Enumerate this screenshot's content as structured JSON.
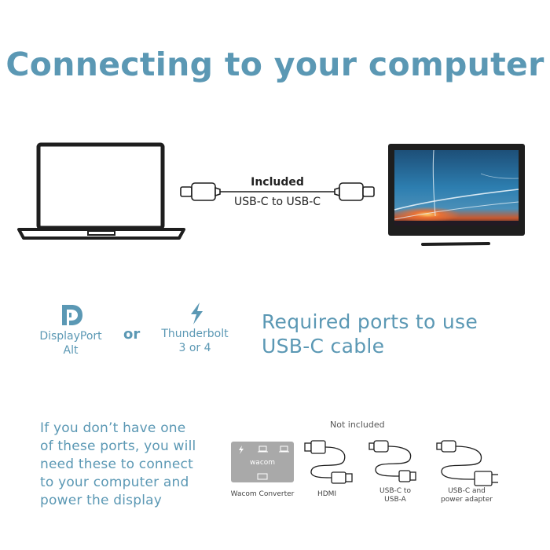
{
  "title": "Connecting to your computer",
  "cable": {
    "top_label": "Included",
    "bottom_label": "USB-C to USB-C"
  },
  "ports": [
    {
      "label_line1": "DisplayPort",
      "label_line2": "Alt",
      "icon": "displayport-icon"
    },
    {
      "label_line1": "Thunderbolt",
      "label_line2": "3 or 4",
      "icon": "thunderbolt-icon"
    }
  ],
  "or_label": "or",
  "required_text": {
    "line1": "Required ports to use",
    "line2": "USB-C cable"
  },
  "info_text": {
    "line1": "If you don’t have one",
    "line2": "of these ports, you will",
    "line3": "need these to connect",
    "line4": "to your computer and",
    "line5": "power the display"
  },
  "not_included_label": "Not included",
  "accessories": [
    {
      "label_line1": "Wacom Converter",
      "label_line2": ""
    },
    {
      "label_line1": "HDMI",
      "label_line2": ""
    },
    {
      "label_line1": "USB-C to",
      "label_line2": "USB-A"
    },
    {
      "label_line1": "USB-C and",
      "label_line2": "power adapter"
    }
  ],
  "converter_brand": "wacom",
  "colors": {
    "accent": "#5b98b4",
    "device": "#1e1e1e",
    "converter": "#a9a9a9"
  }
}
